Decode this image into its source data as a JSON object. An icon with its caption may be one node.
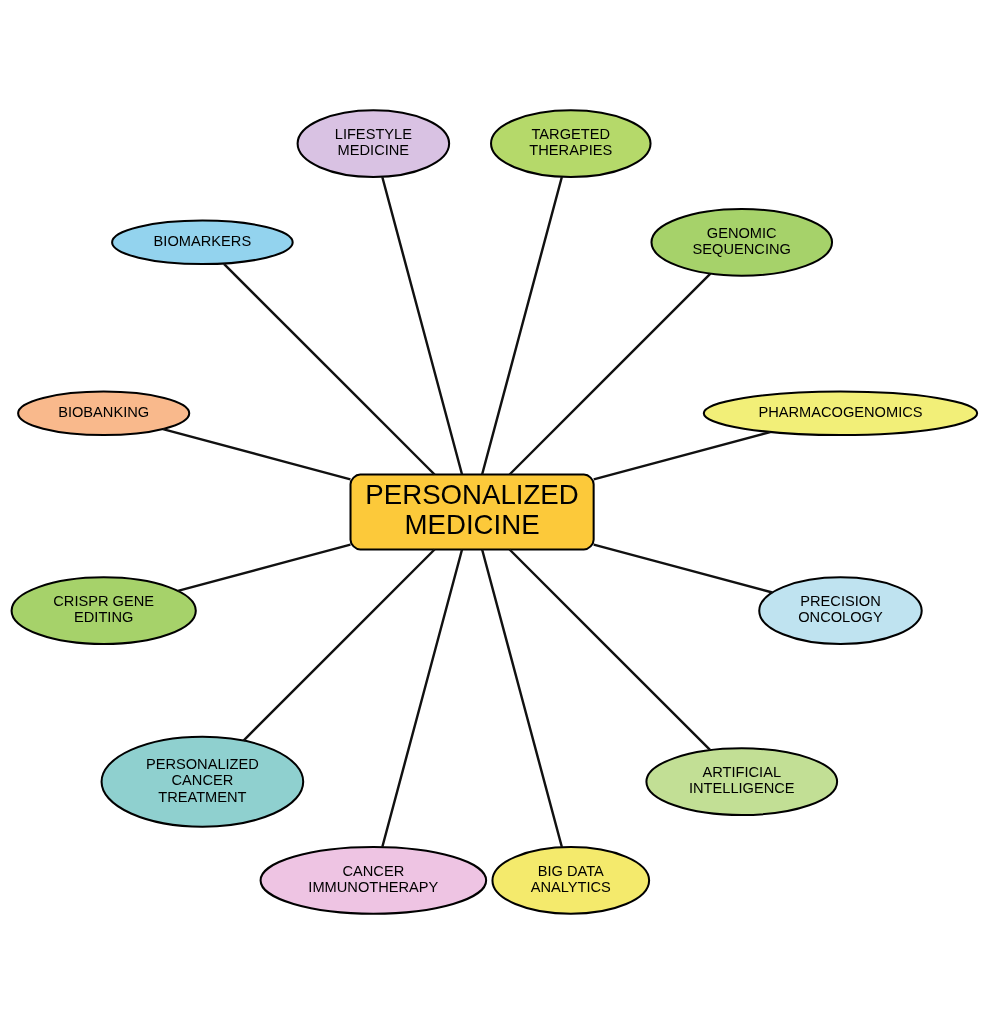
{
  "diagram": {
    "nodes": [
      {
        "text": [
          "PERSONALIZED MEDICINE"
        ]
      },
      {
        "text": [
          "PHARMACOGENOMICS"
        ]
      },
      {
        "text": [
          "GENOMIC SEQUENCING"
        ]
      },
      {
        "text": [
          "TARGETED THERAPIES"
        ]
      },
      {
        "text": [
          "LIFESTYLE MEDICINE"
        ]
      },
      {
        "text": [
          "BIOMARKERS"
        ]
      },
      {
        "text": [
          "BIOBANKING"
        ]
      },
      {
        "text": [
          "CRISPR GENE EDITING"
        ]
      },
      {
        "text": [
          "PERSONALIZED CANCER TREATMENT"
        ]
      },
      {
        "text": [
          "CANCER IMMUNOTHERAPY"
        ]
      },
      {
        "text": [
          "BIG DATA ANALYTICS"
        ]
      },
      {
        "text": [
          "ARTIFICIAL INTELLIGENCE"
        ]
      },
      {
        "text": [
          "PRECISION ONCOLOGY"
        ]
      }
    ],
    "edges": [
      {
        "from": 0,
        "to": 1,
        "arrow": "none"
      },
      {
        "from": 0,
        "to": 2,
        "arrow": "none"
      },
      {
        "from": 0,
        "to": 3,
        "arrow": "none"
      },
      {
        "from": 0,
        "to": 4,
        "arrow": "none"
      },
      {
        "from": 0,
        "to": 5,
        "arrow": "none"
      },
      {
        "from": 0,
        "to": 6,
        "arrow": "none"
      },
      {
        "from": 0,
        "to": 7,
        "arrow": "none"
      },
      {
        "from": 0,
        "to": 8,
        "arrow": "none"
      },
      {
        "from": 0,
        "to": 9,
        "arrow": "none"
      },
      {
        "from": 0,
        "to": 10,
        "arrow": "none"
      },
      {
        "from": 0,
        "to": 11,
        "arrow": "none"
      },
      {
        "from": 0,
        "to": 12,
        "arrow": "none"
      }
    ]
  }
}
